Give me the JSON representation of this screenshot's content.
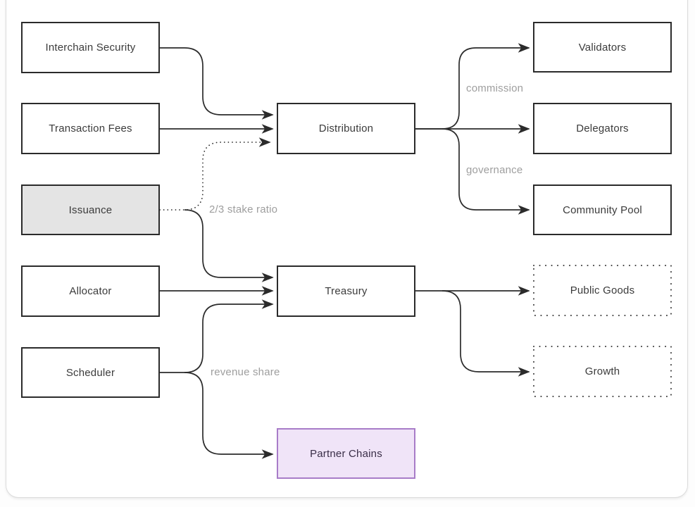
{
  "diagram": {
    "type": "flowchart",
    "nodes": {
      "interchain_security": "Interchain Security",
      "transaction_fees": "Transaction Fees",
      "issuance": "Issuance",
      "allocator": "Allocator",
      "scheduler": "Scheduler",
      "distribution": "Distribution",
      "treasury": "Treasury",
      "partner_chains": "Partner Chains",
      "validators": "Validators",
      "delegators": "Delegators",
      "community_pool": "Community Pool",
      "public_goods": "Public Goods",
      "growth": "Growth"
    },
    "edge_labels": {
      "commission": "commission",
      "governance": "governance",
      "stake_ratio": "2/3 stake ratio",
      "revenue_share": "revenue share"
    },
    "edges": [
      {
        "from": "Interchain Security",
        "to": "Distribution",
        "style": "solid"
      },
      {
        "from": "Transaction Fees",
        "to": "Distribution",
        "style": "solid"
      },
      {
        "from": "Issuance",
        "to": "Distribution",
        "style": "dotted",
        "label": "2/3 stake ratio"
      },
      {
        "from": "Issuance",
        "to": "Treasury",
        "style": "solid"
      },
      {
        "from": "Allocator",
        "to": "Treasury",
        "style": "solid"
      },
      {
        "from": "Scheduler",
        "to": "Treasury",
        "style": "solid"
      },
      {
        "from": "Scheduler",
        "to": "Partner Chains",
        "style": "solid",
        "label": "revenue share"
      },
      {
        "from": "Distribution",
        "to": "Validators",
        "style": "solid",
        "label": "commission"
      },
      {
        "from": "Distribution",
        "to": "Delegators",
        "style": "solid"
      },
      {
        "from": "Distribution",
        "to": "Community Pool",
        "style": "solid",
        "label": "governance"
      },
      {
        "from": "Treasury",
        "to": "Public Goods",
        "style": "solid"
      },
      {
        "from": "Treasury",
        "to": "Growth",
        "style": "solid"
      }
    ],
    "colors": {
      "line": "#2b2b2b",
      "edge_label": "#9e9e9e",
      "node_text": "#3b3b3b",
      "issuance_fill": "#e4e4e4",
      "partner_chains_fill": "#f0e4f8",
      "partner_chains_border": "#a87cc8",
      "card_background": "#ffffff",
      "card_border": "#dcdcdc"
    }
  }
}
